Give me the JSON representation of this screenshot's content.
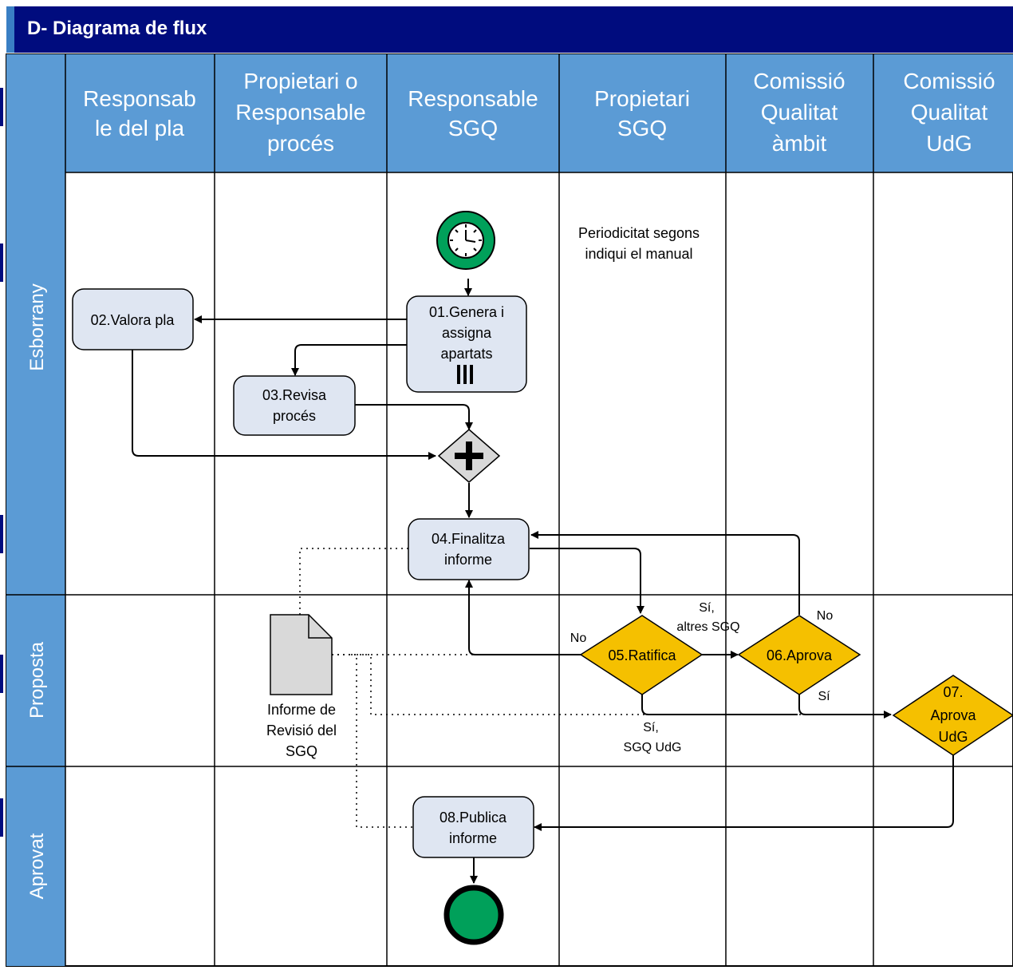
{
  "title": "D- Diagrama de flux",
  "colors": {
    "title_bg": "#000c7e",
    "header_bg": "#5b9bd5",
    "task_fill": "#dfe6f2",
    "gateway_fill": "#f5c000",
    "event_green": "#00a05a",
    "document_fill": "#d9d9d9"
  },
  "columns": [
    {
      "lines": [
        "Responsab",
        "le del pla"
      ]
    },
    {
      "lines": [
        "Propietari o",
        "Responsable",
        "procés"
      ]
    },
    {
      "lines": [
        "Responsable",
        "SGQ"
      ]
    },
    {
      "lines": [
        "Propietari",
        "SGQ"
      ]
    },
    {
      "lines": [
        "Comissió",
        "Qualitat",
        "àmbit"
      ]
    },
    {
      "lines": [
        "Comissió",
        "Qualitat",
        "UdG"
      ]
    }
  ],
  "lanes": [
    {
      "label": "Esborrany"
    },
    {
      "label": "Proposta"
    },
    {
      "label": "Aprovat"
    }
  ],
  "note": {
    "lines": [
      "Periodicitat segons",
      "indiqui el manual"
    ]
  },
  "tasks": {
    "t01": {
      "lines": [
        "01.Genera i",
        "assigna",
        "apartats"
      ]
    },
    "t02": {
      "lines": [
        "02.Valora pla"
      ]
    },
    "t03": {
      "lines": [
        "03.Revisa",
        "procés"
      ]
    },
    "t04": {
      "lines": [
        "04.Finalitza",
        "informe"
      ]
    },
    "t08": {
      "lines": [
        "08.Publica",
        "informe"
      ]
    }
  },
  "gateways": {
    "g05": {
      "lines": [
        "05.Ratifica"
      ]
    },
    "g06": {
      "lines": [
        "06.Aprova"
      ]
    },
    "g07": {
      "lines": [
        "07.",
        "Aprova",
        "UdG"
      ]
    }
  },
  "document": {
    "lines": [
      "Informe de",
      "Revisió del",
      "SGQ"
    ]
  },
  "flow_labels": {
    "no_05": "No",
    "si_altres_1": "Sí,",
    "si_altres_2": "altres SGQ",
    "no_06": "No",
    "si_06": "Sí",
    "si_udg_1": "Sí,",
    "si_udg_2": "SGQ UdG"
  },
  "icons": {
    "start": "timer-start-event-icon",
    "end": "end-event-icon",
    "parallel": "parallel-gateway-icon",
    "multi_instance": "multi-instance-marker-icon",
    "document": "document-icon"
  }
}
